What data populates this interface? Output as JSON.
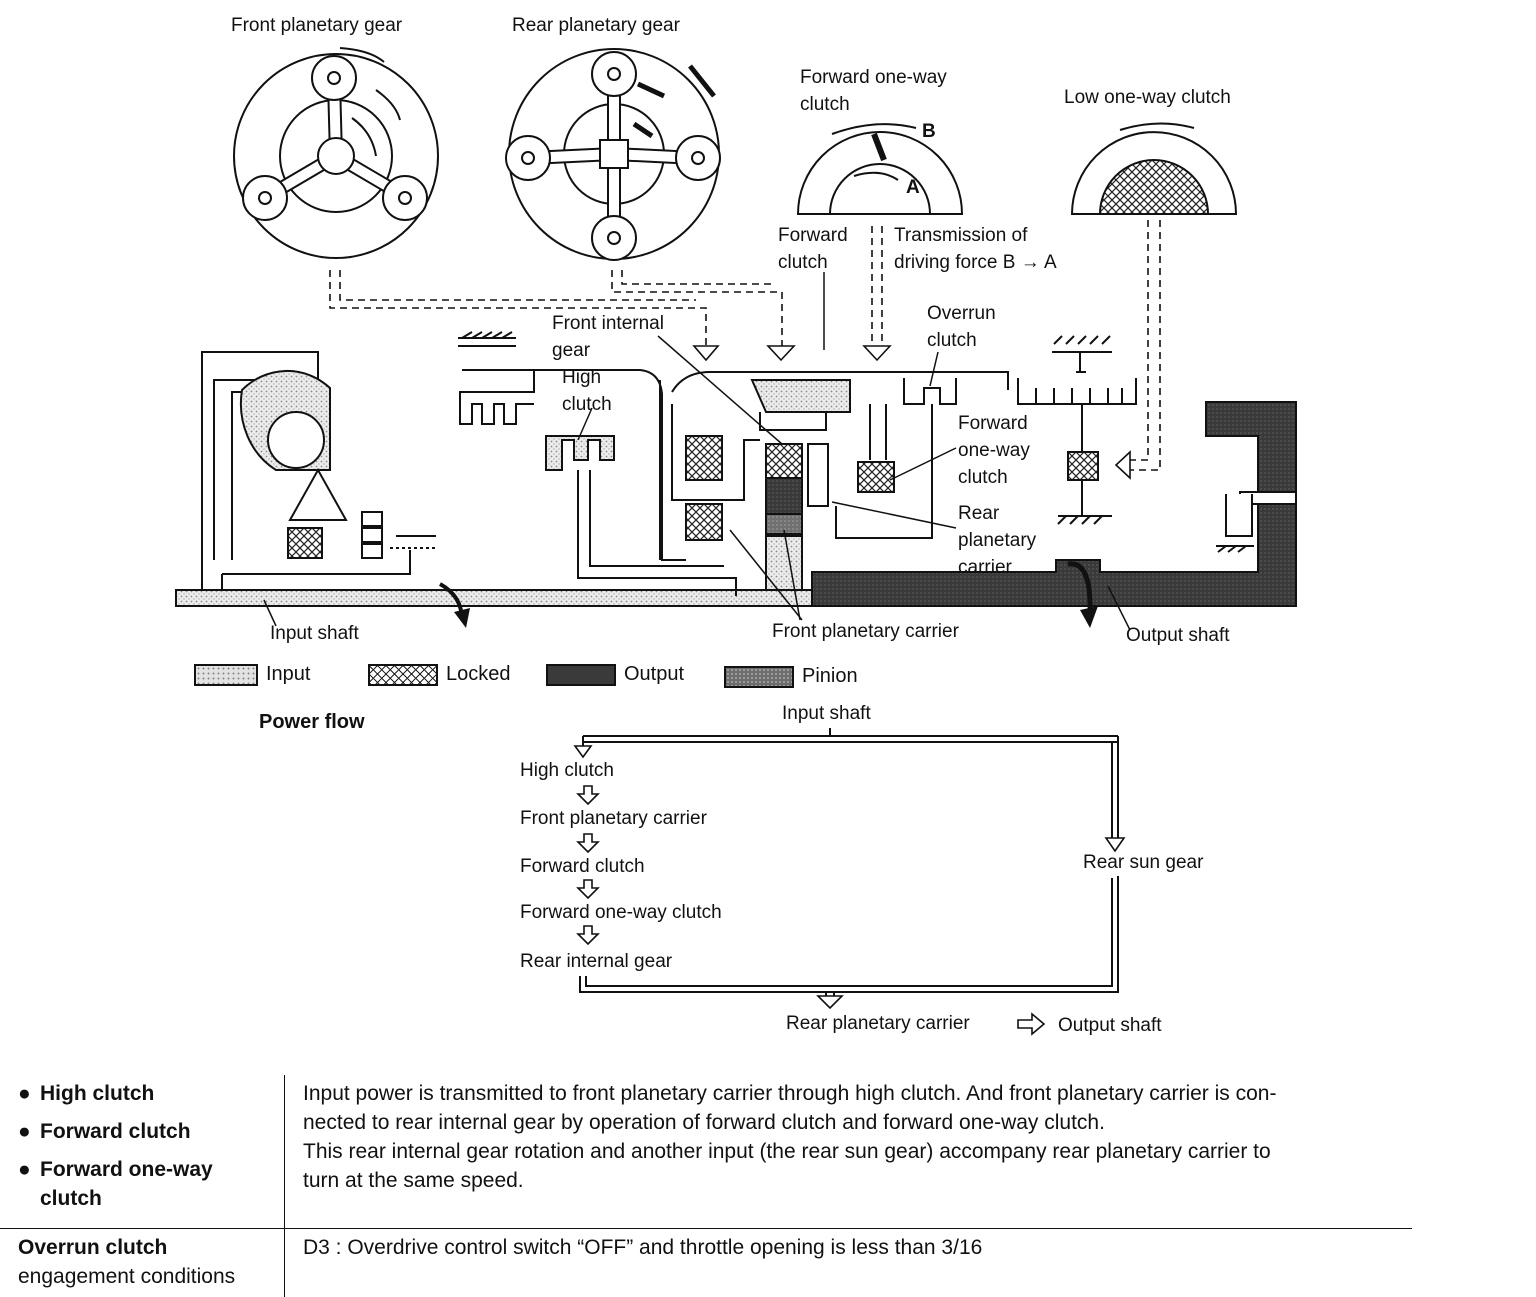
{
  "diagram": {
    "labels": {
      "front_planetary_gear": "Front planetary gear",
      "rear_planetary_gear": "Rear planetary gear",
      "forward_one_way_clutch_top": "Forward one-way\nclutch",
      "label_a": "A",
      "label_b": "B",
      "low_one_way_clutch": "Low one-way clutch",
      "forward_clutch": "Forward\nclutch",
      "transmission_of_driving_force": "Transmission of\ndriving force B → A",
      "front_internal_gear": "Front internal\ngear",
      "high_clutch": "High\nclutch",
      "overrun_clutch": "Overrun\nclutch",
      "forward_one_way_clutch_mid": "Forward\none-way\nclutch",
      "rear_planetary_carrier": "Rear\nplanetary\ncarrier",
      "input_shaft": "Input shaft",
      "front_planetary_carrier": "Front planetary carrier",
      "output_shaft": "Output shaft"
    },
    "legend": [
      {
        "label": "Input",
        "color": "#e2e2e2",
        "pattern": "dots"
      },
      {
        "label": "Locked",
        "color": "#ffffff",
        "pattern": "crosshatch"
      },
      {
        "label": "Output",
        "color": "#3a3a3a",
        "pattern": "dark"
      },
      {
        "label": "Pinion",
        "color": "#6e6e6e",
        "pattern": "medium"
      }
    ]
  },
  "power_flow": {
    "title": "Power flow",
    "input_shaft": "Input shaft",
    "chain": [
      "High clutch",
      "Front planetary carrier",
      "Forward clutch",
      "Forward one-way clutch",
      "Rear internal gear"
    ],
    "rear_sun_gear": "Rear sun gear",
    "rear_planetary_carrier": "Rear planetary carrier",
    "output_shaft": "Output shaft"
  },
  "info_table": {
    "elements": [
      "High clutch",
      "Forward clutch",
      "Forward one-way clutch"
    ],
    "description": "Input power is transmitted to front planetary carrier through high clutch. And front planetary carrier is con-\nnected to rear internal gear by operation of forward clutch and forward one-way clutch.\nThis rear internal gear rotation and another input (the rear sun gear) accompany rear planetary carrier to\nturn at the same speed.",
    "overrun_title": "Overrun clutch",
    "overrun_subtitle": "engagement conditions",
    "overrun_condition": "D3 : Overdrive control switch “OFF” and throttle opening is less than 3/16"
  }
}
